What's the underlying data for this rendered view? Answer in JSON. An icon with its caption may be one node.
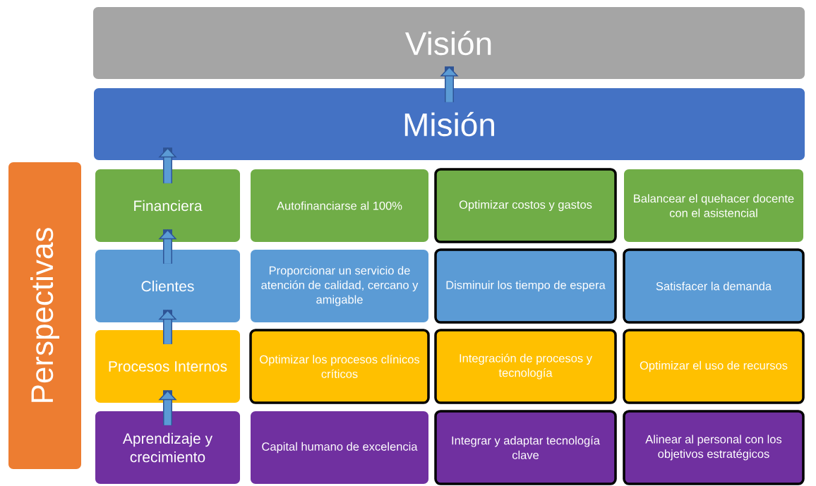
{
  "diagram": {
    "nodes": [
      {
        "text": [
          "Visión"
        ]
      },
      {
        "text": [
          "Misión"
        ]
      },
      {
        "text": [
          "Perspectivas"
        ]
      },
      {
        "text": [
          "Financiera"
        ]
      },
      {
        "text": [
          "Autofinanciarse al 100%"
        ]
      },
      {
        "text": [
          "Optimizar costos y gastos"
        ]
      },
      {
        "text": [
          "Balancear el quehacer docente con el asistencial"
        ]
      },
      {
        "text": [
          "Clientes"
        ]
      },
      {
        "text": [
          "Proporcionar un servicio de atención de calidad, cercano y amigable"
        ]
      },
      {
        "text": [
          "Disminuir los tiempo de espera"
        ]
      },
      {
        "text": [
          "Satisfacer la demanda"
        ]
      },
      {
        "text": [
          "Procesos Internos"
        ]
      },
      {
        "text": [
          "Optimizar los procesos clínicos críticos"
        ]
      },
      {
        "text": [
          "Integración de procesos y tecnología"
        ]
      },
      {
        "text": [
          "Optimizar el uso de recursos"
        ]
      },
      {
        "text": [
          "Aprendizaje y crecimiento"
        ]
      },
      {
        "text": [
          "Capital humano de excelencia"
        ]
      },
      {
        "text": [
          "Integrar y adaptar tecnología clave"
        ]
      },
      {
        "text": [
          "Alinear al personal con los objetivos estratégicos"
        ]
      }
    ],
    "edges": [
      {
        "from": 1,
        "to": 0,
        "arrow": "to"
      },
      {
        "from": 3,
        "to": 1,
        "arrow": "to"
      },
      {
        "from": 7,
        "to": 3,
        "arrow": "to"
      },
      {
        "from": 11,
        "to": 7,
        "arrow": "to"
      },
      {
        "from": 15,
        "to": 11,
        "arrow": "to"
      }
    ]
  }
}
